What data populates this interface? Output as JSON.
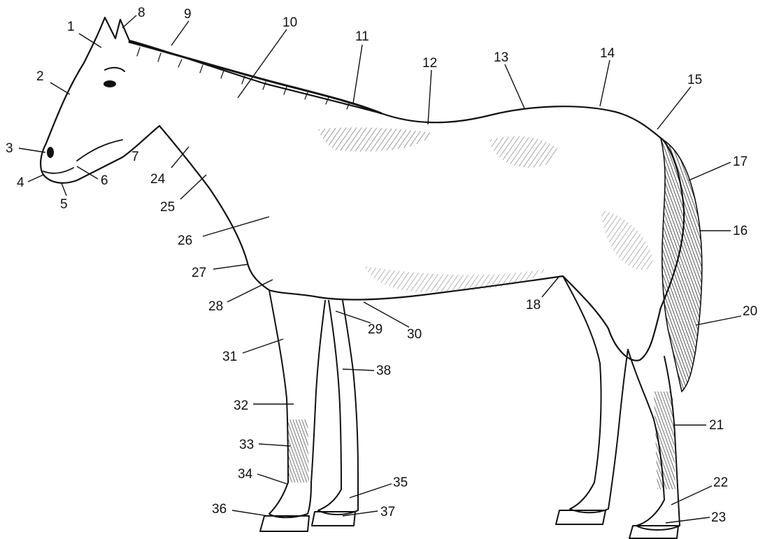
{
  "diagram": {
    "labels": [
      "1",
      "2",
      "3",
      "4",
      "5",
      "6",
      "7",
      "8",
      "9",
      "10",
      "11",
      "12",
      "13",
      "14",
      "15",
      "16",
      "17",
      "18",
      "20",
      "21",
      "22",
      "23",
      "24",
      "25",
      "26",
      "27",
      "28",
      "29",
      "30",
      "31",
      "32",
      "33",
      "34",
      "35",
      "36",
      "37",
      "38"
    ]
  }
}
